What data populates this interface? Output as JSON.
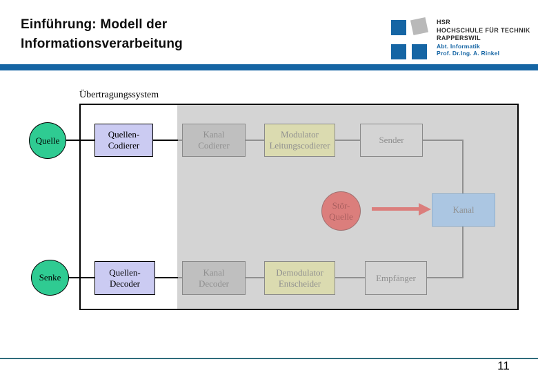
{
  "header": {
    "title_lines": [
      "Einführung: Modell der",
      "Informationsverarbeitung"
    ]
  },
  "logo": {
    "school_lines": [
      "HSR",
      "HOCHSCHULE FÜR TECHNIK",
      "RAPPERSWIL"
    ],
    "dept": "Abt. Informatik",
    "professor": "Prof. Dr.Ing. A. Rinkel"
  },
  "diagram": {
    "system_label": "Übertragungssystem",
    "nodes": {
      "quelle": [
        "Quelle"
      ],
      "quellen_codierer": [
        "Quellen-",
        "Codierer"
      ],
      "kanal_codierer": [
        "Kanal",
        "Codierer"
      ],
      "modulator": [
        "Modulator",
        "Leitungscodierer"
      ],
      "sender": [
        "Sender"
      ],
      "stoer_quelle": [
        "Stör-",
        "Quelle"
      ],
      "kanal": [
        "Kanal"
      ],
      "senke": [
        "Senke"
      ],
      "quellen_decoder": [
        "Quellen-",
        "Decoder"
      ],
      "kanal_decoder": [
        "Kanal",
        "Decoder"
      ],
      "demodulator": [
        "Demodulator",
        "Entscheider"
      ],
      "empfaenger": [
        "Empfänger"
      ]
    }
  },
  "footer": {
    "page_number": "11"
  },
  "colors": {
    "header_blue": "#1565A4",
    "logo_gray": "#B9B9B9",
    "region_gray": "#D4D4D4",
    "source_green": "#2FCB92",
    "coder_lavender": "#CBCBF2",
    "gray_box": "#BFBFBF",
    "modulator_yellow": "#DBDBB0",
    "channel_blue": "#ABC6E2",
    "channel_border": "#8FAECB",
    "noise_red": "#DB7E7C",
    "noise_text": "#A85E5E",
    "muted_text": "#8F8F8F",
    "line_gray": "#909090",
    "footer_teal": "#2F6C7C"
  }
}
